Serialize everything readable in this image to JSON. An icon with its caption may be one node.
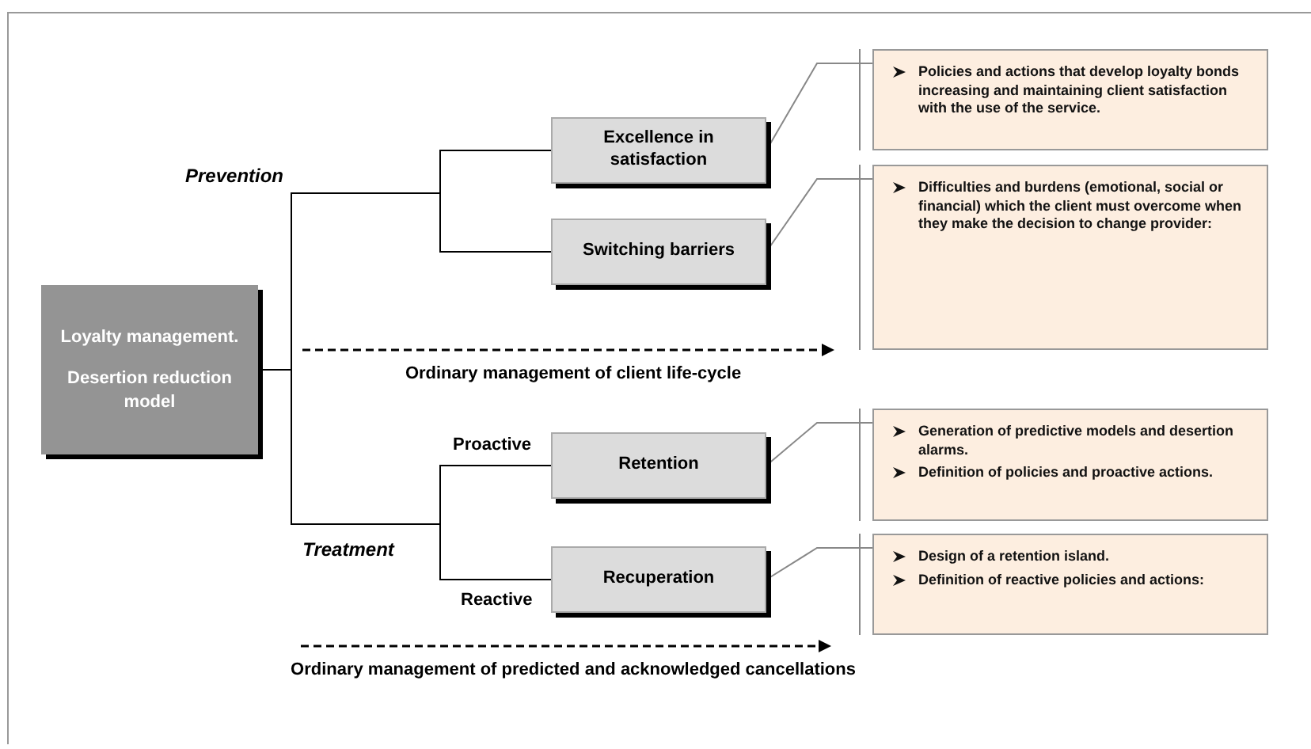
{
  "diagram": {
    "nodes": [
      {
        "text": [
          "Loyalty management.",
          "Desertion reduction model"
        ]
      },
      {
        "text": [
          "Excellence in satisfaction"
        ]
      },
      {
        "text": [
          "Switching barriers"
        ]
      },
      {
        "text": [
          "Retention"
        ]
      },
      {
        "text": [
          "Recuperation"
        ]
      },
      {
        "text": [
          "Policies and actions that develop loyalty bonds increasing and maintaining client satisfaction with the use of the service."
        ]
      },
      {
        "text": [
          "Difficulties and burdens (emotional, social or financial) which the client must overcome when they make the decision to change provider:"
        ]
      },
      {
        "text": [
          "Generation of predictive models and desertion alarms.",
          "Definition of policies and proactive actions."
        ]
      },
      {
        "text": [
          "Design of a retention island.",
          "Definition of reactive policies and actions:"
        ]
      }
    ],
    "edges": [
      {
        "from": 0,
        "to": 1,
        "arrow": "none"
      },
      {
        "from": 0,
        "to": 2,
        "arrow": "none"
      },
      {
        "from": 0,
        "to": 3,
        "arrow": "none",
        "label": "Proactive"
      },
      {
        "from": 0,
        "to": 4,
        "arrow": "none",
        "label": "Reactive"
      },
      {
        "from": 1,
        "to": 5,
        "arrow": "none",
        "color": "#888888"
      },
      {
        "from": 2,
        "to": 6,
        "arrow": "none",
        "color": "#888888"
      },
      {
        "from": 3,
        "to": 7,
        "arrow": "none",
        "color": "#888888"
      },
      {
        "from": 4,
        "to": 8,
        "arrow": "none",
        "color": "#888888"
      }
    ],
    "labels": [
      "Prevention",
      "Ordinary management of client life-cycle",
      "Treatment",
      "Ordinary management of predicted and acknowledged cancellations"
    ]
  }
}
